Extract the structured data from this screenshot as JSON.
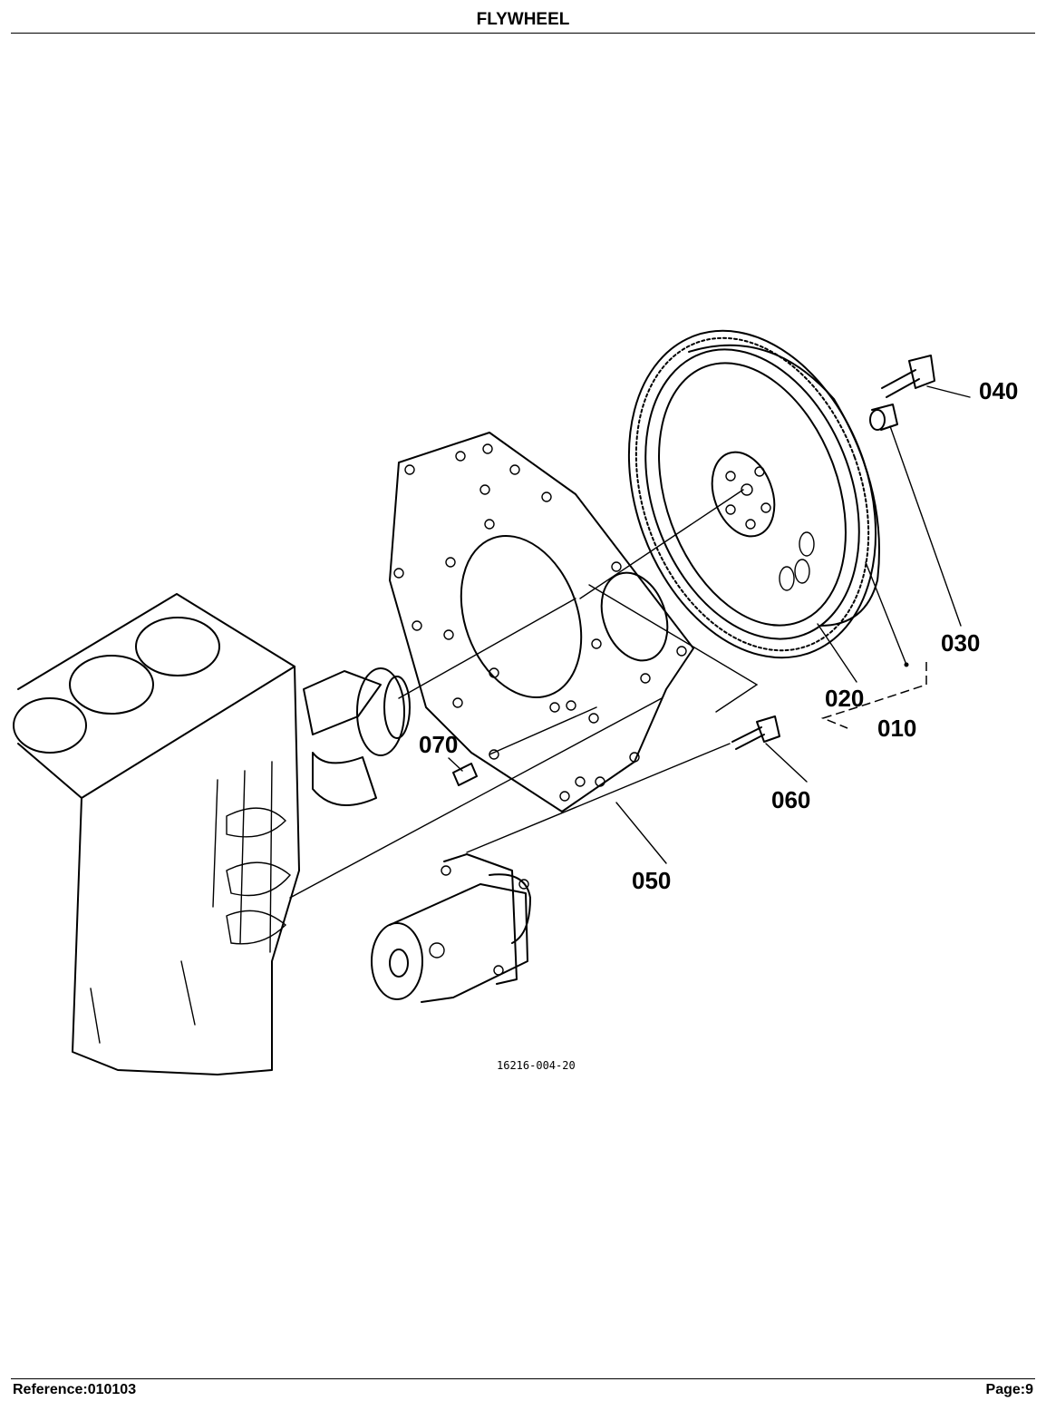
{
  "header": {
    "title": "FLYWHEEL"
  },
  "footer": {
    "reference": "Reference:010103",
    "page": "Page:9"
  },
  "diagram": {
    "drawing_number": "16216-004-20",
    "callouts": [
      "010",
      "020",
      "030",
      "040",
      "050",
      "060",
      "070"
    ]
  }
}
